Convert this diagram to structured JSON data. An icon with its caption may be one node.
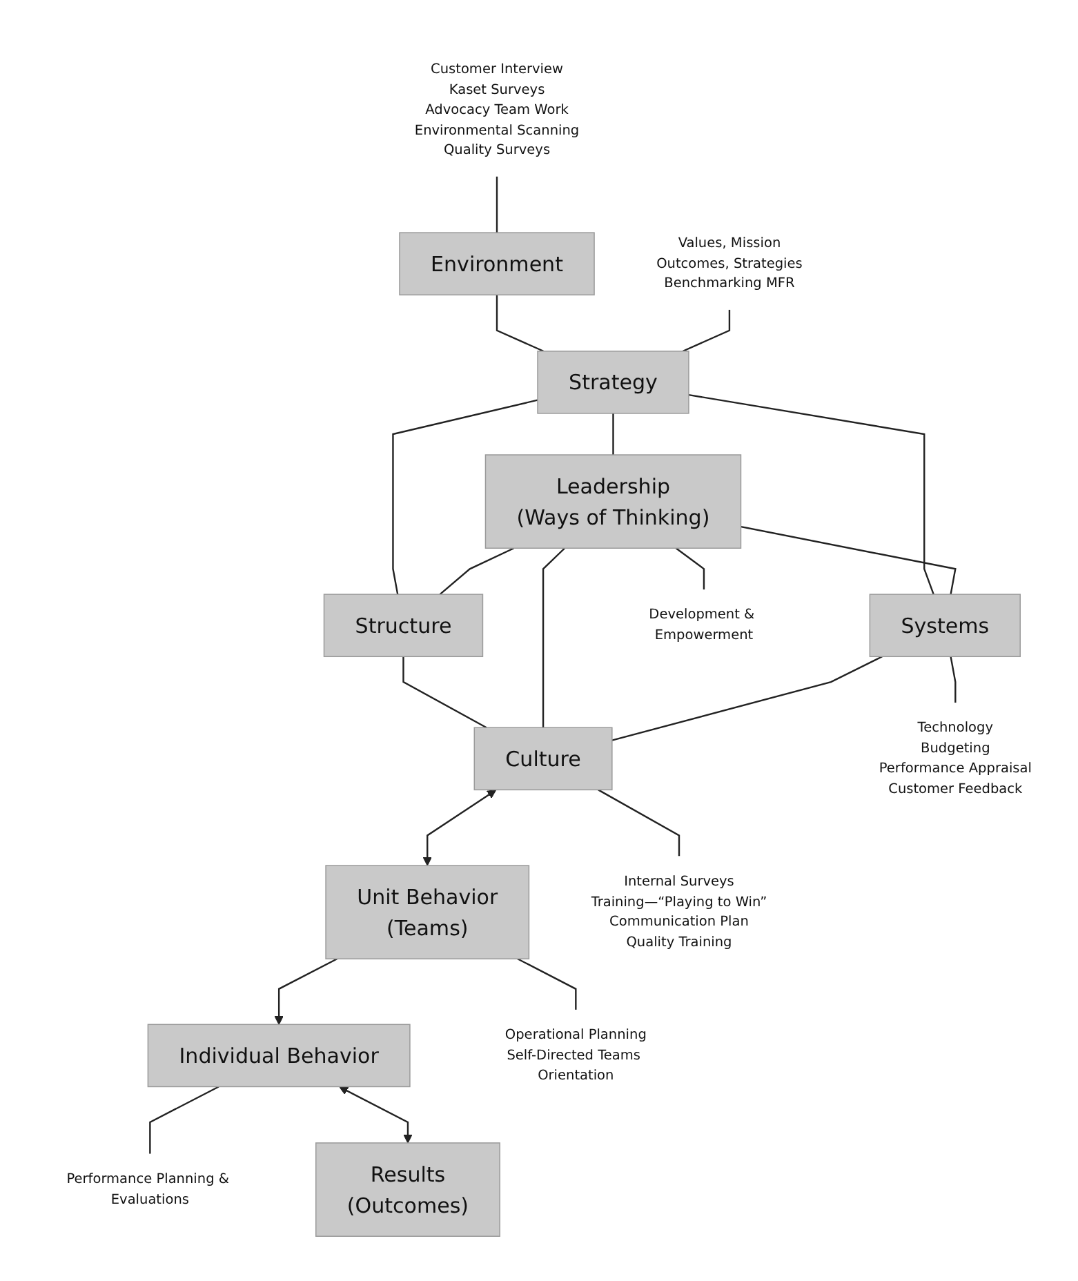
{
  "diagram": {
    "nodes": [
      {
        "text": [
          "Environment"
        ]
      },
      {
        "text": [
          "Strategy"
        ]
      },
      {
        "text": [
          "Structure"
        ]
      },
      {
        "text": [
          "Leadership",
          "(Ways of Thinking)"
        ]
      },
      {
        "text": [
          "Systems"
        ]
      },
      {
        "text": [
          "Culture"
        ]
      },
      {
        "text": [
          "Unit Behavior",
          "(Teams)"
        ]
      },
      {
        "text": [
          "Individual Behavior"
        ]
      },
      {
        "text": [
          "Results",
          "(Outcomes)"
        ]
      },
      {
        "text": [
          "Values, Mission",
          "Outcomes, Strategies",
          "Benchmarking MFR"
        ]
      },
      {
        "text": [
          "Customer Interview",
          "Kaset Surveys",
          "Advocacy Team Work",
          "Environmental Scanning",
          "Quality Surveys"
        ]
      },
      {
        "text": [
          "Development & Empowerment"
        ]
      },
      {
        "text": [
          "Technology",
          "Budgeting",
          "Performance Appraisal",
          "Customer Feedback"
        ]
      },
      {
        "text": [
          "Internal Surveys",
          "Training—“Playing to Win”",
          "Communication Plan",
          "Quality Training"
        ]
      },
      {
        "text": [
          "Operational Planning",
          "Self-Directed Teams Orientation"
        ]
      },
      {
        "text": [
          "Performance Planning & Evaluations"
        ]
      }
    ],
    "edges": [
      {
        "from": 10,
        "to": 0,
        "arrow": "none"
      },
      {
        "from": 0,
        "to": 1,
        "arrow": "none"
      },
      {
        "from": 9,
        "to": 1,
        "arrow": "none"
      },
      {
        "from": 1,
        "to": 2,
        "arrow": "none"
      },
      {
        "from": 1,
        "to": 3,
        "arrow": "none"
      },
      {
        "from": 1,
        "to": 4,
        "arrow": "none"
      },
      {
        "from": 3,
        "to": 2,
        "arrow": "none"
      },
      {
        "from": 3,
        "to": 4,
        "arrow": "none"
      },
      {
        "from": 3,
        "to": 11,
        "arrow": "none"
      },
      {
        "from": 2,
        "to": 5,
        "arrow": "none"
      },
      {
        "from": 3,
        "to": 5,
        "arrow": "none"
      },
      {
        "from": 4,
        "to": 5,
        "arrow": "none"
      },
      {
        "from": 4,
        "to": 12,
        "arrow": "none"
      },
      {
        "from": 5,
        "to": 13,
        "arrow": "none"
      },
      {
        "from": 5,
        "to": 6,
        "arrow": "both"
      },
      {
        "from": 6,
        "to": 14,
        "arrow": "none"
      },
      {
        "from": 6,
        "to": 7,
        "arrow": "to"
      },
      {
        "from": 7,
        "to": 15,
        "arrow": "none"
      },
      {
        "from": 7,
        "to": 8,
        "arrow": "both"
      }
    ]
  }
}
